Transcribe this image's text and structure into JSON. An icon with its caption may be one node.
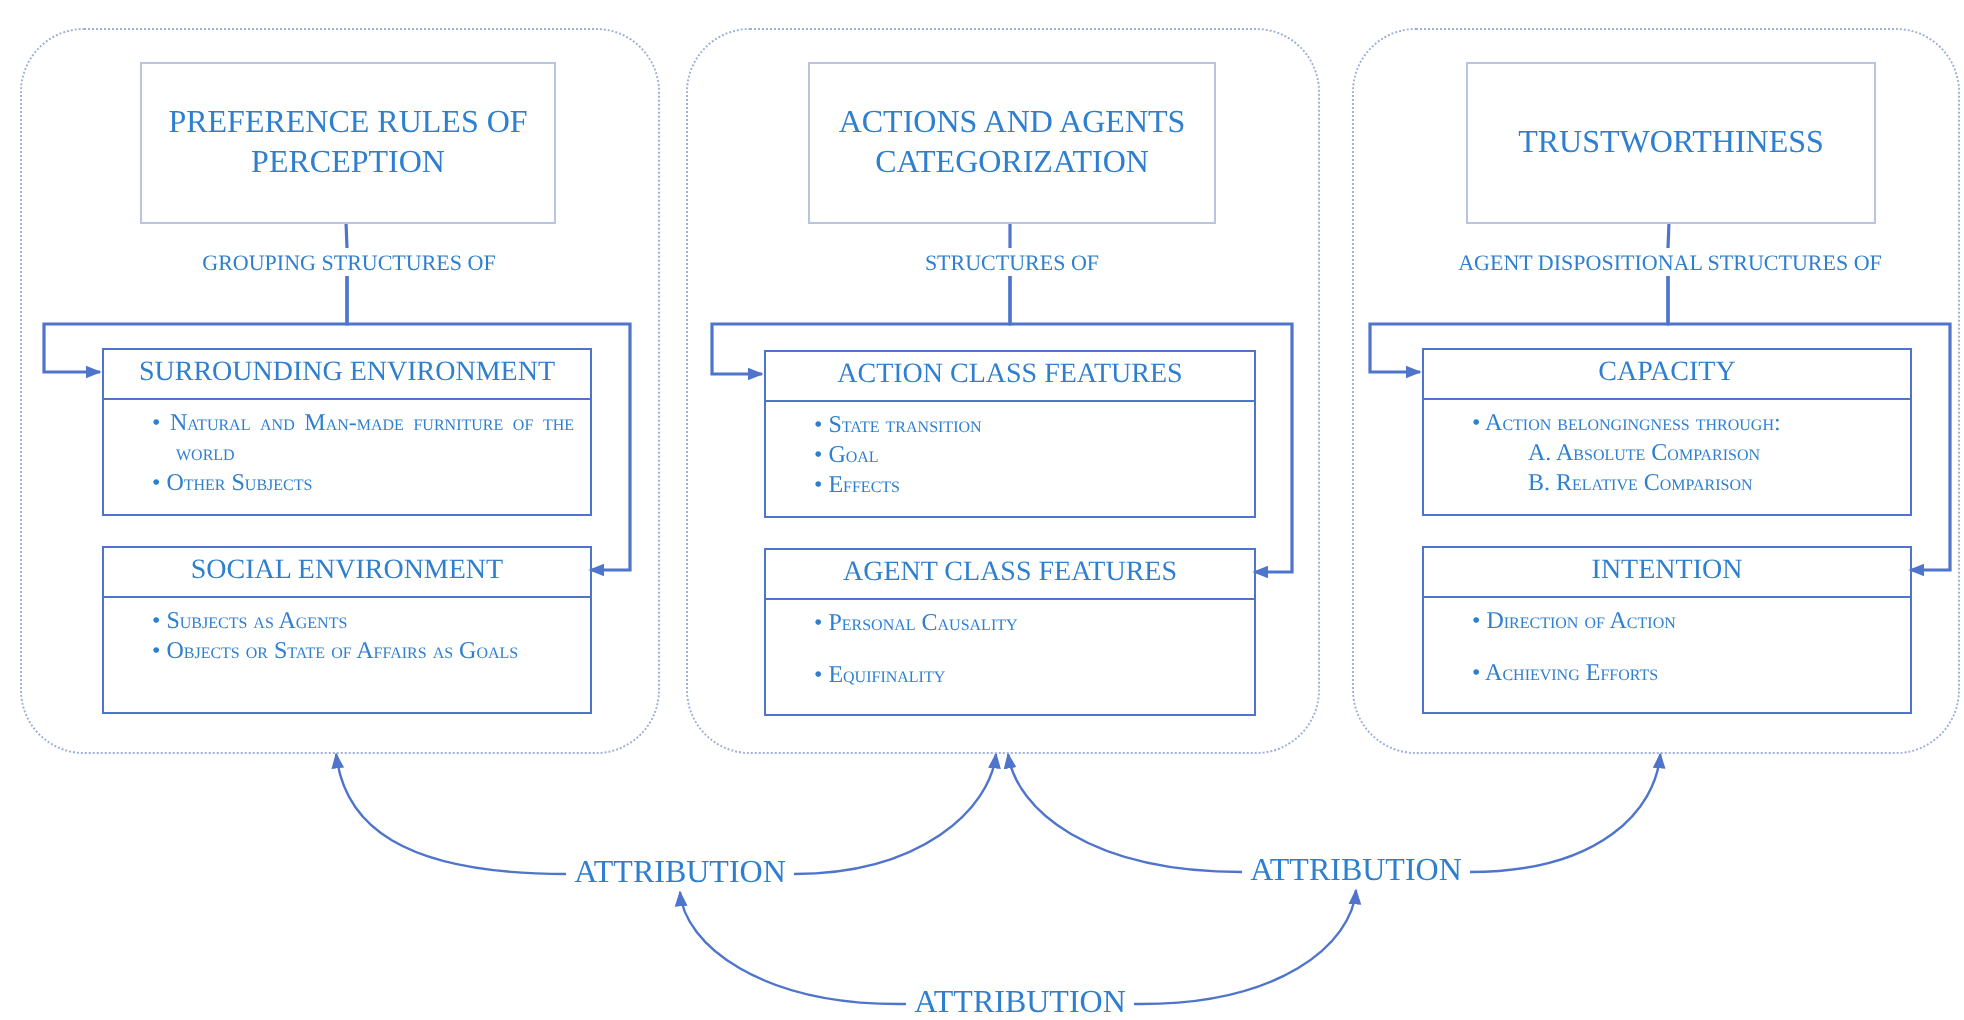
{
  "diagram": {
    "nodes": [
      {
        "text": [],
        "shape": "box"
      },
      {
        "text": [
          "PREFERENCE RULES OF PERCEPTION"
        ],
        "in": 0
      },
      {
        "text": [
          "GROUPING STRUCTURES OF"
        ],
        "in": 0
      },
      {
        "text": [
          "SURROUNDING ENVIRONMENT",
          "• Natural and Man-made furniture of the world",
          "• Other Subjects"
        ],
        "in": 0
      },
      {
        "text": [
          "SOCIAL  ENVIRONMENT",
          "• Subjects as Agents",
          "• Objects or State of Affairs as Goals"
        ],
        "in": 0
      },
      {
        "text": [],
        "shape": "box"
      },
      {
        "text": [
          "ACTIONS AND AGENTS CATEGORIZATION"
        ],
        "in": 5
      },
      {
        "text": [
          "STRUCTURES OF"
        ],
        "in": 5
      },
      {
        "text": [
          "ACTION CLASS FEATURES",
          "• State transition",
          "• Goal",
          "• Effects"
        ],
        "in": 5
      },
      {
        "text": [
          "AGENT CLASS FEATURES",
          "• Personal Causality",
          "• Equifinality"
        ],
        "in": 5
      },
      {
        "text": [],
        "shape": "box"
      },
      {
        "text": [
          "TRUSTWORTHINESS"
        ],
        "in": 10
      },
      {
        "text": [
          "AGENT DISPOSITIONAL STRUCTURES OF"
        ],
        "in": 10
      },
      {
        "text": [
          "CAPACITY",
          "• Action belongingness through:",
          "A. Absolute Comparison",
          "B. Relative Comparison"
        ],
        "in": 10
      },
      {
        "text": [
          "INTENTION",
          "• Direction of Action",
          "• Achieving Efforts"
        ],
        "in": 10
      },
      {
        "text": [
          "ATTRIBUTION"
        ]
      },
      {
        "text": [
          "ATTRIBUTION"
        ]
      },
      {
        "text": [
          "ATTRIBUTION"
        ]
      }
    ],
    "edges": [
      {
        "from": 1,
        "to": 2,
        "arrow": "none"
      },
      {
        "from": 2,
        "to": 3,
        "arrow": "to"
      },
      {
        "from": 2,
        "to": 4,
        "arrow": "to"
      },
      {
        "from": 6,
        "to": 7,
        "arrow": "none"
      },
      {
        "from": 7,
        "to": 8,
        "arrow": "to"
      },
      {
        "from": 7,
        "to": 9,
        "arrow": "to"
      },
      {
        "from": 11,
        "to": 12,
        "arrow": "none"
      },
      {
        "from": 12,
        "to": 13,
        "arrow": "to"
      },
      {
        "from": 12,
        "to": 14,
        "arrow": "to"
      },
      {
        "from": 15,
        "to": 0,
        "arrow": "to"
      },
      {
        "from": 15,
        "to": 5,
        "arrow": "to"
      },
      {
        "from": 16,
        "to": 5,
        "arrow": "to"
      },
      {
        "from": 16,
        "to": 10,
        "arrow": "to"
      },
      {
        "from": 17,
        "to": 15,
        "arrow": "to"
      },
      {
        "from": 17,
        "to": 16,
        "arrow": "to"
      }
    ]
  }
}
